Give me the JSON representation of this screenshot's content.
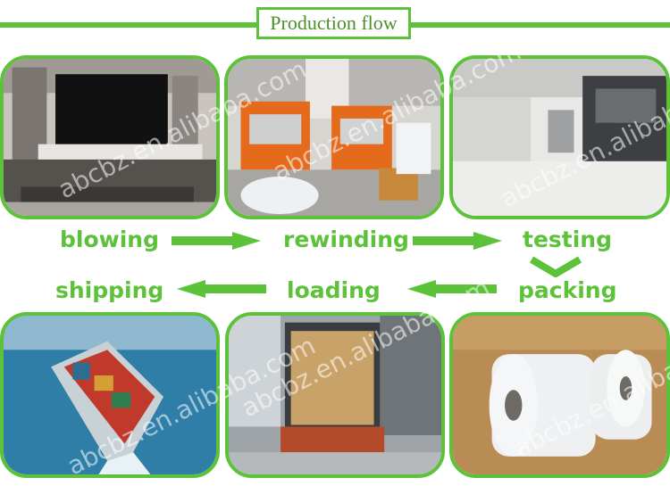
{
  "header": {
    "title": "Production flow"
  },
  "steps": {
    "blowing": "blowing",
    "rewinding": "rewinding",
    "testing": "testing",
    "packing": "packing",
    "loading": "loading",
    "shipping": "shipping"
  },
  "watermark": {
    "text": "abcbz.en.alibaba.com"
  },
  "colors": {
    "accent": "#5cc23a",
    "title_text": "#4c8f2e"
  },
  "photos": [
    {
      "name": "blowing-photo",
      "subject": "film blowing machine"
    },
    {
      "name": "rewinding-photo",
      "subject": "rewinding machines"
    },
    {
      "name": "testing-photo",
      "subject": "testing room"
    },
    {
      "name": "shipping-photo",
      "subject": "container ship"
    },
    {
      "name": "loading-photo",
      "subject": "truck loaded with cartons"
    },
    {
      "name": "packing-photo",
      "subject": "stretch film rolls"
    }
  ]
}
